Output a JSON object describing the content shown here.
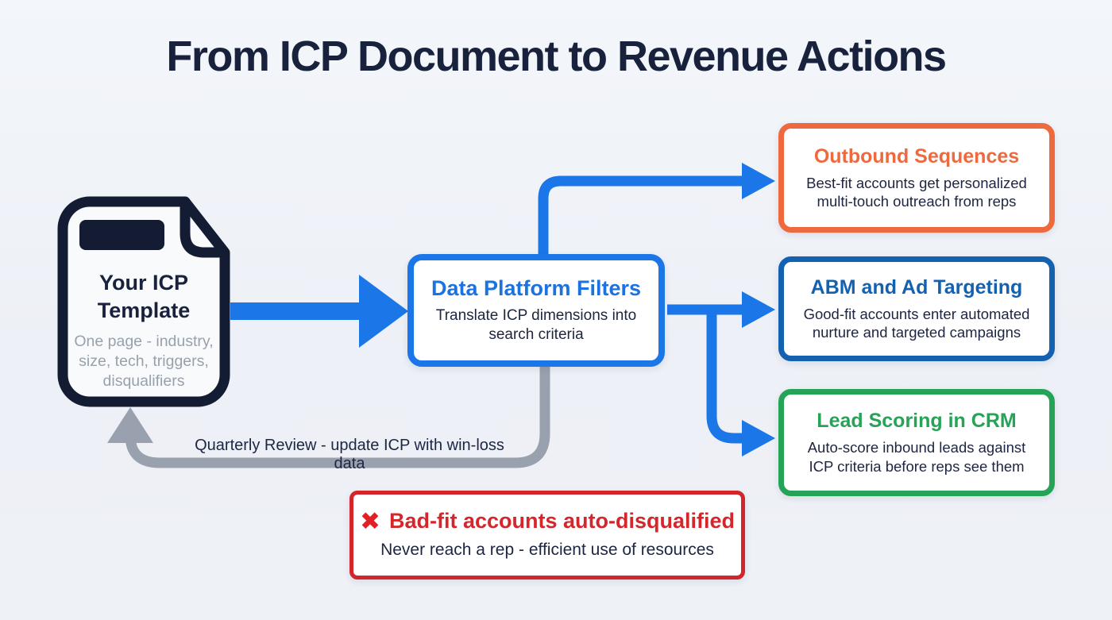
{
  "title": "From ICP Document to Revenue Actions",
  "colors": {
    "background": "#eef1f6",
    "navy_text": "#18223c",
    "accent_blue": "#1b76e8",
    "gray_arrow": "#98a1ad",
    "orange": "#ee6a3e",
    "deep_blue": "#1461b0",
    "green": "#25a356",
    "red": "#d3262c"
  },
  "icp_document": {
    "title": "Your ICP Template",
    "subtitle": "One page - industry, size, tech, triggers, disqualifiers"
  },
  "filter_box": {
    "title": "Data Platform Filters",
    "subtitle": "Translate ICP dimensions into search criteria"
  },
  "action_boxes": [
    {
      "title": "Outbound Sequences",
      "subtitle": "Best-fit accounts get personalized multi-touch outreach from reps",
      "color": "#ee6a3e"
    },
    {
      "title": "ABM and Ad Targeting",
      "subtitle": "Good-fit accounts enter automated nurture and targeted campaigns",
      "color": "#1461b0"
    },
    {
      "title": "Lead Scoring in CRM",
      "subtitle": "Auto-score inbound leads against ICP criteria before reps see them",
      "color": "#25a356"
    }
  ],
  "disqualified_box": {
    "icon_glyph": "✖",
    "title": "Bad-fit accounts auto-disqualified",
    "subtitle": "Never reach a rep - efficient use of resources"
  },
  "feedback_loop": {
    "label": "Quarterly Review - update ICP with win-loss data"
  }
}
